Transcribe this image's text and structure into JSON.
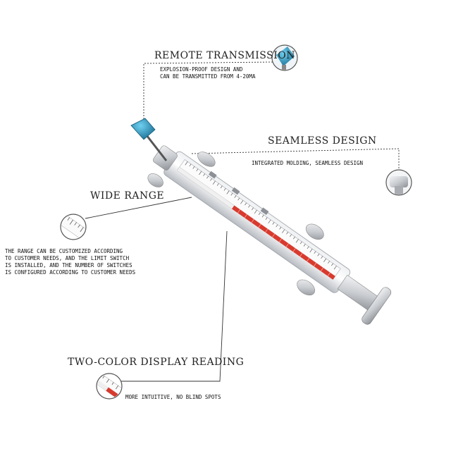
{
  "features": {
    "remote": {
      "title": "REMOTE TRANSMISSION",
      "desc": [
        "EXPLOSION-PROOF DESIGN AND",
        "CAN BE TRANSMITTED FROM 4-20MA"
      ]
    },
    "seamless": {
      "title": "SEAMLESS DESIGN",
      "desc": [
        "INTEGRATED MOLDING, SEAMLESS DESIGN"
      ]
    },
    "range": {
      "title": "WIDE RANGE",
      "desc": [
        "THE RANGE CAN BE CUSTOMIZED ACCORDING",
        "TO CUSTOMER NEEDS, AND THE LIMIT SWITCH",
        "IS INSTALLED, AND THE NUMBER OF SWITCHES",
        "IS CONFIGURED ACCORDING TO CUSTOMER NEEDS"
      ]
    },
    "twocolor": {
      "title": "TWO-COLOR DISPLAY READING",
      "desc": [
        "MORE INTUITIVE, NO BLIND SPOTS"
      ]
    }
  },
  "colors": {
    "transmitter": "#2a8fb8",
    "indicator_red": "#d83a2e",
    "indicator_white": "#f5f5f5",
    "metal": "#c9ccd0",
    "leader_line": "#333333"
  },
  "icons": [
    "transmitter-detail-icon",
    "seamless-detail-icon",
    "scale-detail-icon",
    "two-color-detail-icon"
  ]
}
